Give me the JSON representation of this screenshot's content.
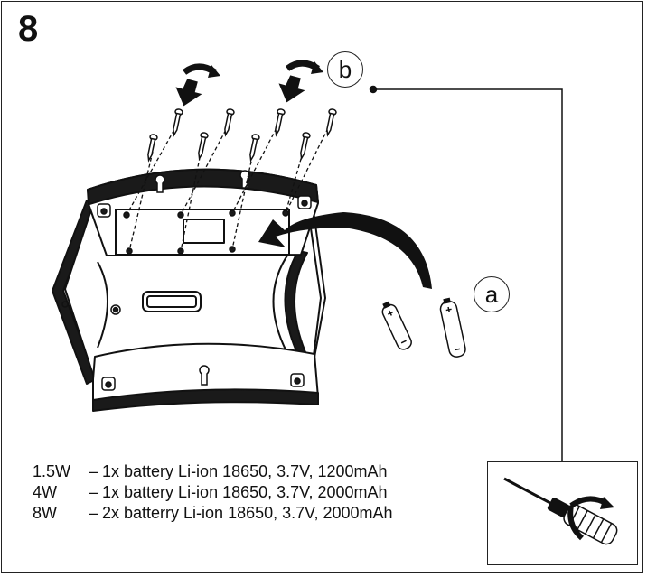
{
  "step": {
    "number": "8"
  },
  "labels": {
    "a": "a",
    "b": "b"
  },
  "battery_specs": [
    {
      "power": "1.5W",
      "description": "– 1x battery Li-ion 18650, 3.7V, 1200mAh"
    },
    {
      "power": "4W",
      "description": "– 1x battery Li-ion 18650, 3.7V, 2000mAh"
    },
    {
      "power": "8W",
      "description": "– 2x batterry Li-ion 18650, 3.7V, 2000mAh"
    }
  ],
  "icons": {
    "arrow": "curved-arrow-icon",
    "screw": "screw-icon",
    "battery": "battery-icon",
    "screwdriver": "screwdriver-icon"
  }
}
